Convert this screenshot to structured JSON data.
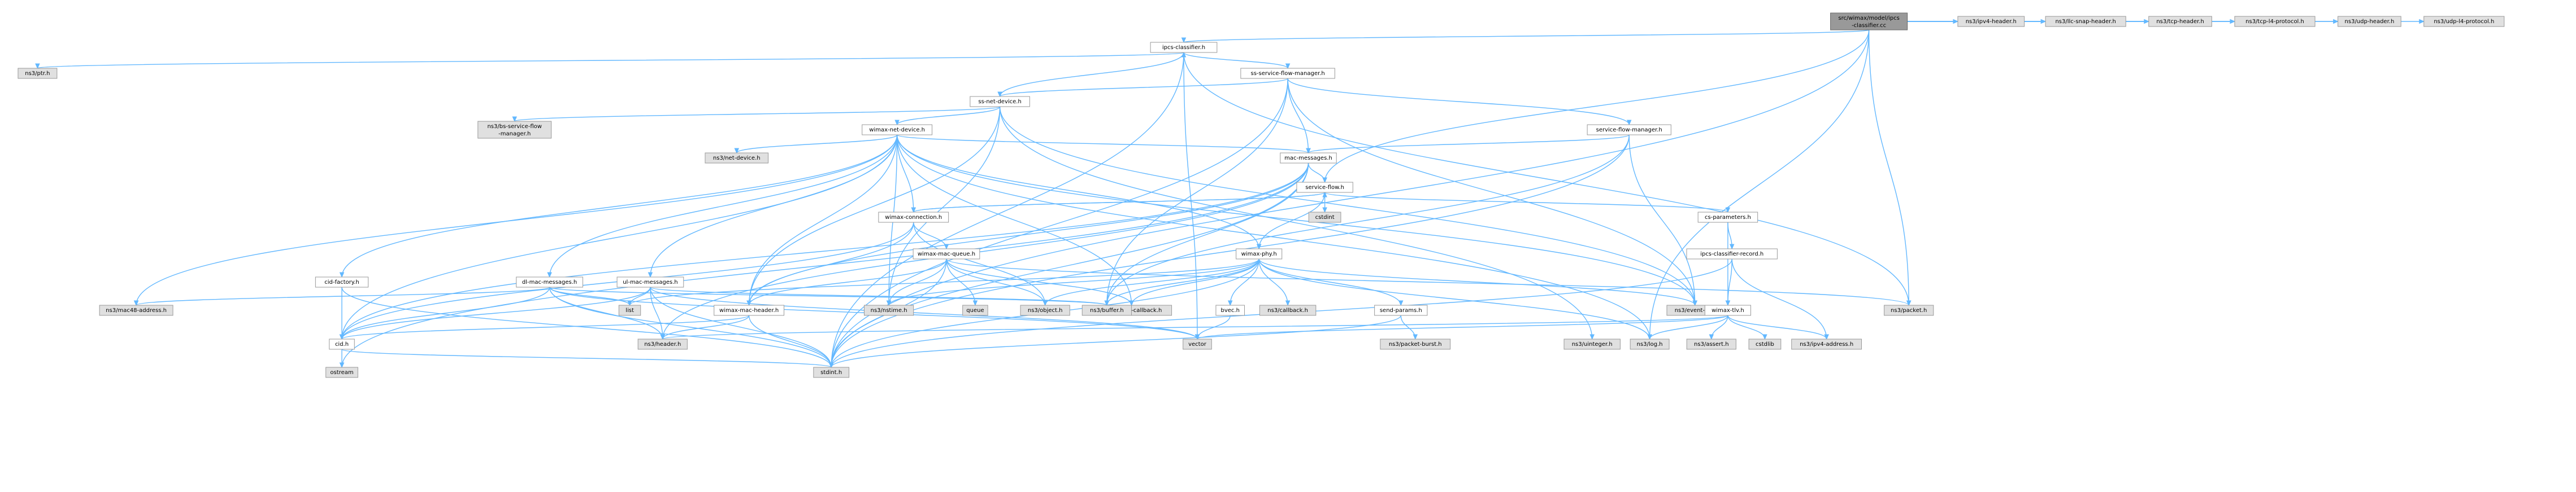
{
  "graph": {
    "nodes": [
      {
        "id": "root",
        "label": [
          "src/wimax/model/ipcs",
          "-classifier.cc"
        ],
        "kind": "root"
      },
      {
        "id": "ipcs",
        "label": [
          "ipcs-classifier.h"
        ],
        "kind": "local"
      },
      {
        "id": "ipv4h",
        "label": [
          "ns3/ipv4-header.h"
        ],
        "kind": "ext"
      },
      {
        "id": "llc",
        "label": [
          "ns3/llc-snap-header.h"
        ],
        "kind": "ext"
      },
      {
        "id": "tcph",
        "label": [
          "ns3/tcp-header.h"
        ],
        "kind": "ext"
      },
      {
        "id": "tcpl4",
        "label": [
          "ns3/tcp-l4-protocol.h"
        ],
        "kind": "ext"
      },
      {
        "id": "udph",
        "label": [
          "ns3/udp-header.h"
        ],
        "kind": "ext"
      },
      {
        "id": "udpl4",
        "label": [
          "ns3/udp-l4-protocol.h"
        ],
        "kind": "ext"
      },
      {
        "id": "ptr",
        "label": [
          "ns3/ptr.h"
        ],
        "kind": "ext"
      },
      {
        "id": "ssfm",
        "label": [
          "ss-service-flow-manager.h"
        ],
        "kind": "local"
      },
      {
        "id": "ssnd",
        "label": [
          "ss-net-device.h"
        ],
        "kind": "local"
      },
      {
        "id": "bsfm",
        "label": [
          "ns3/bs-service-flow",
          "-manager.h"
        ],
        "kind": "ext"
      },
      {
        "id": "sfm",
        "label": [
          "service-flow-manager.h"
        ],
        "kind": "local"
      },
      {
        "id": "wnd",
        "label": [
          "wimax-net-device.h"
        ],
        "kind": "local"
      },
      {
        "id": "netdev",
        "label": [
          "ns3/net-device.h"
        ],
        "kind": "ext"
      },
      {
        "id": "macmsg",
        "label": [
          "mac-messages.h"
        ],
        "kind": "local"
      },
      {
        "id": "sflow",
        "label": [
          "service-flow.h"
        ],
        "kind": "local"
      },
      {
        "id": "cstdint",
        "label": [
          "cstdint"
        ],
        "kind": "ext"
      },
      {
        "id": "wconn",
        "label": [
          "wimax-connection.h"
        ],
        "kind": "local"
      },
      {
        "id": "csp",
        "label": [
          "cs-parameters.h"
        ],
        "kind": "local"
      },
      {
        "id": "wmq",
        "label": [
          "wimax-mac-queue.h"
        ],
        "kind": "local"
      },
      {
        "id": "wphy",
        "label": [
          "wimax-phy.h"
        ],
        "kind": "local"
      },
      {
        "id": "ipcr",
        "label": [
          "ipcs-classifier-record.h"
        ],
        "kind": "local"
      },
      {
        "id": "dlm",
        "label": [
          "dl-mac-messages.h"
        ],
        "kind": "local"
      },
      {
        "id": "ulm",
        "label": [
          "ul-mac-messages.h"
        ],
        "kind": "local"
      },
      {
        "id": "cidf",
        "label": [
          "cid-factory.h"
        ],
        "kind": "local"
      },
      {
        "id": "mac48",
        "label": [
          "ns3/mac48-address.h"
        ],
        "kind": "ext"
      },
      {
        "id": "list",
        "label": [
          "list"
        ],
        "kind": "ext"
      },
      {
        "id": "wmh",
        "label": [
          "wimax-mac-header.h"
        ],
        "kind": "local"
      },
      {
        "id": "nstime",
        "label": [
          "ns3/nstime.h"
        ],
        "kind": "ext"
      },
      {
        "id": "queue",
        "label": [
          "queue"
        ],
        "kind": "ext"
      },
      {
        "id": "object",
        "label": [
          "ns3/object.h"
        ],
        "kind": "ext"
      },
      {
        "id": "traced",
        "label": [
          "ns3/traced-callback.h"
        ],
        "kind": "ext"
      },
      {
        "id": "buffer",
        "label": [
          "ns3/buffer.h"
        ],
        "kind": "ext"
      },
      {
        "id": "event",
        "label": [
          "ns3/event-id.h"
        ],
        "kind": "ext"
      },
      {
        "id": "packet",
        "label": [
          "ns3/packet.h"
        ],
        "kind": "ext"
      },
      {
        "id": "bvec",
        "label": [
          "bvec.h"
        ],
        "kind": "local"
      },
      {
        "id": "callback",
        "label": [
          "ns3/callback.h"
        ],
        "kind": "ext"
      },
      {
        "id": "sendp",
        "label": [
          "send-params.h"
        ],
        "kind": "local"
      },
      {
        "id": "wtlv",
        "label": [
          "wimax-tlv.h"
        ],
        "kind": "local"
      },
      {
        "id": "cid",
        "label": [
          "cid.h"
        ],
        "kind": "local"
      },
      {
        "id": "header",
        "label": [
          "ns3/header.h"
        ],
        "kind": "ext"
      },
      {
        "id": "vector",
        "label": [
          "vector"
        ],
        "kind": "ext"
      },
      {
        "id": "pburst",
        "label": [
          "ns3/packet-burst.h"
        ],
        "kind": "ext"
      },
      {
        "id": "uint",
        "label": [
          "ns3/uinteger.h"
        ],
        "kind": "ext"
      },
      {
        "id": "log",
        "label": [
          "ns3/log.h"
        ],
        "kind": "ext"
      },
      {
        "id": "assert",
        "label": [
          "ns3/assert.h"
        ],
        "kind": "ext"
      },
      {
        "id": "cstdlib",
        "label": [
          "cstdlib"
        ],
        "kind": "ext"
      },
      {
        "id": "ipv4a",
        "label": [
          "ns3/ipv4-address.h"
        ],
        "kind": "ext"
      },
      {
        "id": "ostream",
        "label": [
          "ostream"
        ],
        "kind": "ext"
      },
      {
        "id": "stdint",
        "label": [
          "stdint.h"
        ],
        "kind": "ext"
      }
    ],
    "edges": [
      [
        "root",
        "ipcs"
      ],
      [
        "root",
        "ipv4h"
      ],
      [
        "root",
        "llc"
      ],
      [
        "root",
        "tcph"
      ],
      [
        "root",
        "tcpl4"
      ],
      [
        "root",
        "udph"
      ],
      [
        "root",
        "udpl4"
      ],
      [
        "root",
        "sflow"
      ],
      [
        "root",
        "packet"
      ],
      [
        "root",
        "stdint"
      ],
      [
        "root",
        "log"
      ],
      [
        "ipcs",
        "ptr"
      ],
      [
        "ipcs",
        "ssfm"
      ],
      [
        "ipcs",
        "packet"
      ],
      [
        "ipcs",
        "stdint"
      ],
      [
        "ipcs",
        "vector"
      ],
      [
        "ssfm",
        "ssnd"
      ],
      [
        "ssfm",
        "sfm"
      ],
      [
        "ssfm",
        "macmsg"
      ],
      [
        "ssfm",
        "buffer"
      ],
      [
        "ssfm",
        "event"
      ],
      [
        "ssfm",
        "stdint"
      ],
      [
        "ssnd",
        "ipcs"
      ],
      [
        "ssnd",
        "bsfm"
      ],
      [
        "ssnd",
        "wnd"
      ],
      [
        "ssnd",
        "wmh"
      ],
      [
        "ssnd",
        "event"
      ],
      [
        "ssnd",
        "nstime"
      ],
      [
        "ssnd",
        "uint"
      ],
      [
        "sfm",
        "macmsg"
      ],
      [
        "sfm",
        "buffer"
      ],
      [
        "sfm",
        "event"
      ],
      [
        "sfm",
        "stdint"
      ],
      [
        "wnd",
        "netdev"
      ],
      [
        "wnd",
        "macmsg"
      ],
      [
        "wnd",
        "wconn"
      ],
      [
        "wnd",
        "wphy"
      ],
      [
        "wnd",
        "dlm"
      ],
      [
        "wnd",
        "ulm"
      ],
      [
        "wnd",
        "cidf"
      ],
      [
        "wnd",
        "mac48"
      ],
      [
        "wnd",
        "wmh"
      ],
      [
        "wnd",
        "nstime"
      ],
      [
        "wnd",
        "traced"
      ],
      [
        "wnd",
        "event"
      ],
      [
        "wnd",
        "log"
      ],
      [
        "wnd",
        "cid"
      ],
      [
        "macmsg",
        "sflow"
      ],
      [
        "macmsg",
        "wmh"
      ],
      [
        "macmsg",
        "buffer"
      ],
      [
        "macmsg",
        "cid"
      ],
      [
        "macmsg",
        "header"
      ],
      [
        "macmsg",
        "stdint"
      ],
      [
        "macmsg",
        "ostream"
      ],
      [
        "sflow",
        "cstdint"
      ],
      [
        "sflow",
        "wconn"
      ],
      [
        "sflow",
        "csp"
      ],
      [
        "sflow",
        "wphy"
      ],
      [
        "wconn",
        "sflow"
      ],
      [
        "wconn",
        "wmq"
      ],
      [
        "wconn",
        "wmh"
      ],
      [
        "wconn",
        "object"
      ],
      [
        "wconn",
        "cid"
      ],
      [
        "csp",
        "ipcr"
      ],
      [
        "csp",
        "wtlv"
      ],
      [
        "ipcr",
        "wtlv"
      ],
      [
        "ipcr",
        "ipv4a"
      ],
      [
        "ipcr",
        "stdint"
      ],
      [
        "wmq",
        "queue"
      ],
      [
        "wmq",
        "wmh"
      ],
      [
        "wmq",
        "nstime"
      ],
      [
        "wmq",
        "object"
      ],
      [
        "wmq",
        "traced"
      ],
      [
        "wmq",
        "packet"
      ],
      [
        "wmq",
        "stdint"
      ],
      [
        "wphy",
        "bvec"
      ],
      [
        "wphy",
        "sendp"
      ],
      [
        "wphy",
        "callback"
      ],
      [
        "wphy",
        "event"
      ],
      [
        "wphy",
        "nstime"
      ],
      [
        "wphy",
        "object"
      ],
      [
        "wphy",
        "traced"
      ],
      [
        "wphy",
        "list"
      ],
      [
        "wphy",
        "stdint"
      ],
      [
        "wphy",
        "log"
      ],
      [
        "wphy",
        "buffer"
      ],
      [
        "dlm",
        "mac48"
      ],
      [
        "dlm",
        "cid"
      ],
      [
        "dlm",
        "list"
      ],
      [
        "dlm",
        "header"
      ],
      [
        "dlm",
        "vector"
      ],
      [
        "dlm",
        "stdint"
      ],
      [
        "dlm",
        "buffer"
      ],
      [
        "ulm",
        "cid"
      ],
      [
        "ulm",
        "list"
      ],
      [
        "ulm",
        "header"
      ],
      [
        "ulm",
        "vector"
      ],
      [
        "ulm",
        "stdint"
      ],
      [
        "ulm",
        "buffer"
      ],
      [
        "cidf",
        "cid"
      ],
      [
        "cidf",
        "stdint"
      ],
      [
        "wmh",
        "cid"
      ],
      [
        "wmh",
        "header"
      ],
      [
        "wmh",
        "stdint"
      ],
      [
        "bvec",
        "vector"
      ],
      [
        "sendp",
        "pburst"
      ],
      [
        "sendp",
        "stdint"
      ],
      [
        "wtlv",
        "header"
      ],
      [
        "wtlv",
        "vector"
      ],
      [
        "wtlv",
        "log"
      ],
      [
        "wtlv",
        "assert"
      ],
      [
        "wtlv",
        "cstdlib"
      ],
      [
        "wtlv",
        "ipv4a"
      ],
      [
        "cid",
        "ostream"
      ],
      [
        "cid",
        "stdint"
      ]
    ]
  }
}
